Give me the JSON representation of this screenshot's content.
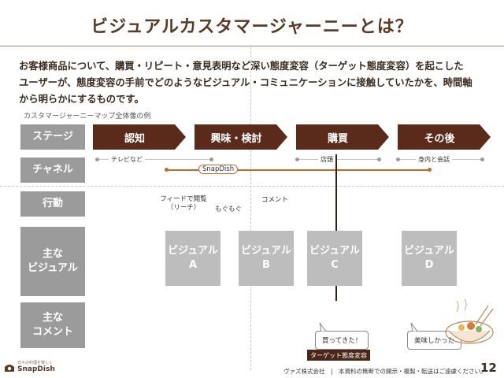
{
  "title": "ビジュアルカスタマージャーニーとは？",
  "intro": [
    "お客様商品について、購買・リピート・意見表明など深い態度変容（ターゲット態度変容）を起こした",
    "ユーザーが、態度変容の手前でどのようなビジュアル・コミュニケーションに接触していたかを、時間軸",
    "から明らかにするものです。"
  ],
  "caption": "カスタマージャーニーマップ全体像の例",
  "row_labels": [
    "ステージ",
    "チャネル",
    "行動",
    "主な\nビジュアル",
    "主な\nコメント"
  ],
  "stages": [
    "認知",
    "興味・検討",
    "購買",
    "その後"
  ],
  "channels": {
    "tv": "テレビなど",
    "snapdish": "SnapDish",
    "store": "店頭",
    "wom": "身内と会話"
  },
  "actions": {
    "search": "フィードで閲覧\n（リーチ）",
    "chew": "もぐもぐ",
    "comment": "コメント"
  },
  "visuals": [
    {
      "line1": "ビジュアル",
      "line2": "A"
    },
    {
      "line1": "ビジュアル",
      "line2": "B"
    },
    {
      "line1": "ビジュアル",
      "line2": "C"
    },
    {
      "line1": "ビジュアル",
      "line2": "D"
    }
  ],
  "comments": [
    "買ってきた！",
    "美味しかった"
  ],
  "target_badge": "ターゲット態度変容",
  "footer": {
    "brand": "SnapDish",
    "tagline": "日々の料理を楽しく",
    "note": "ヴァズ株式会社　|　本資料の無断での開示・複製・転送はご遠慮ください。",
    "page": "12"
  },
  "colors": {
    "stage": "#5a2a1a",
    "row_label": "#9b9b9b",
    "visual": "#bdbdbd",
    "snap_line": "#c86a2c",
    "title": "#5a3a24"
  }
}
